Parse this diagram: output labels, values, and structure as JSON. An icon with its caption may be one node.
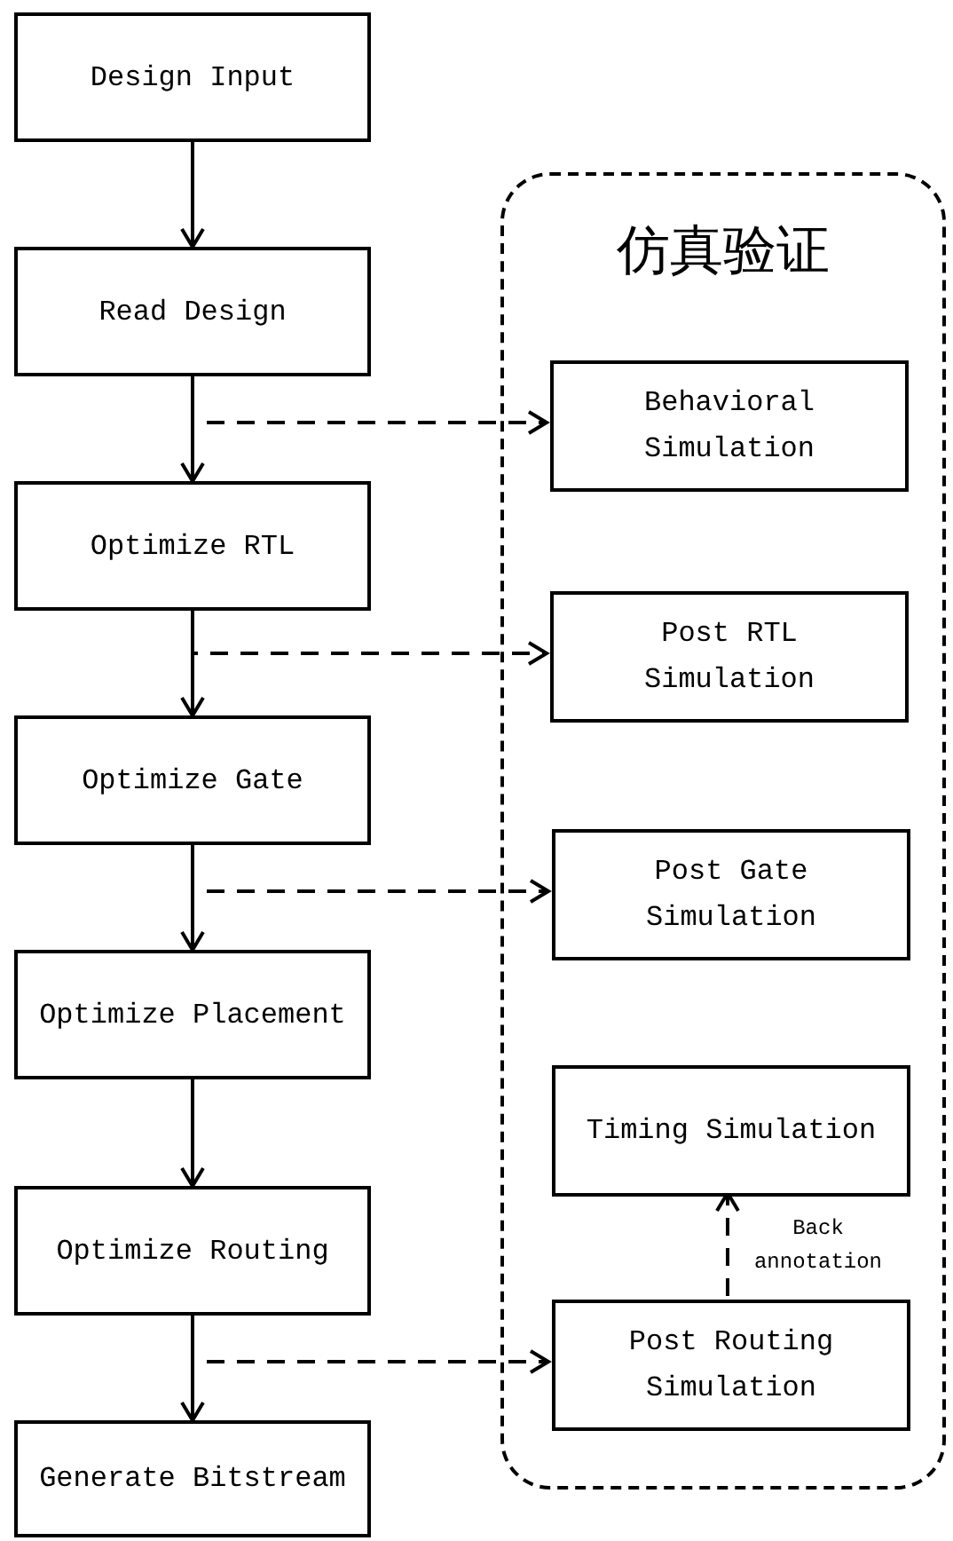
{
  "diagram": {
    "nodes": [
      {
        "text": [
          "Design Input"
        ]
      },
      {
        "text": [
          "Read Design"
        ]
      },
      {
        "text": [
          "Optimize RTL"
        ]
      },
      {
        "text": [
          "Optimize Gate"
        ]
      },
      {
        "text": [
          "Optimize Placement"
        ]
      },
      {
        "text": [
          "Optimize Routing"
        ]
      },
      {
        "text": [
          "Generate Bitstream"
        ]
      },
      {
        "text": [
          "仿真验证"
        ]
      },
      {
        "text": [
          "Behavioral Simulation"
        ],
        "in": 7
      },
      {
        "text": [
          "Post RTL Simulation"
        ],
        "in": 7
      },
      {
        "text": [
          "Post Gate Simulation"
        ],
        "in": 7
      },
      {
        "text": [
          "Timing Simulation"
        ],
        "in": 7
      },
      {
        "text": [
          "Post Routing Simulation"
        ],
        "in": 7
      }
    ],
    "edges": [
      {
        "from": 0,
        "to": 1,
        "arrow": "to"
      },
      {
        "from": 1,
        "to": 2,
        "arrow": "to"
      },
      {
        "from": 2,
        "to": 3,
        "arrow": "to"
      },
      {
        "from": 3,
        "to": 4,
        "arrow": "to"
      },
      {
        "from": 4,
        "to": 5,
        "arrow": "to"
      },
      {
        "from": 5,
        "to": 6,
        "arrow": "to"
      },
      {
        "from": 1,
        "to": 8,
        "arrow": "to",
        "style": "dashed"
      },
      {
        "from": 2,
        "to": 9,
        "arrow": "to",
        "style": "dashed"
      },
      {
        "from": 3,
        "to": 10,
        "arrow": "to",
        "style": "dashed"
      },
      {
        "from": 5,
        "to": 12,
        "arrow": "to",
        "style": "dashed"
      },
      {
        "from": 12,
        "to": 11,
        "arrow": "to",
        "style": "dashed",
        "label": "Back annotation"
      }
    ]
  }
}
